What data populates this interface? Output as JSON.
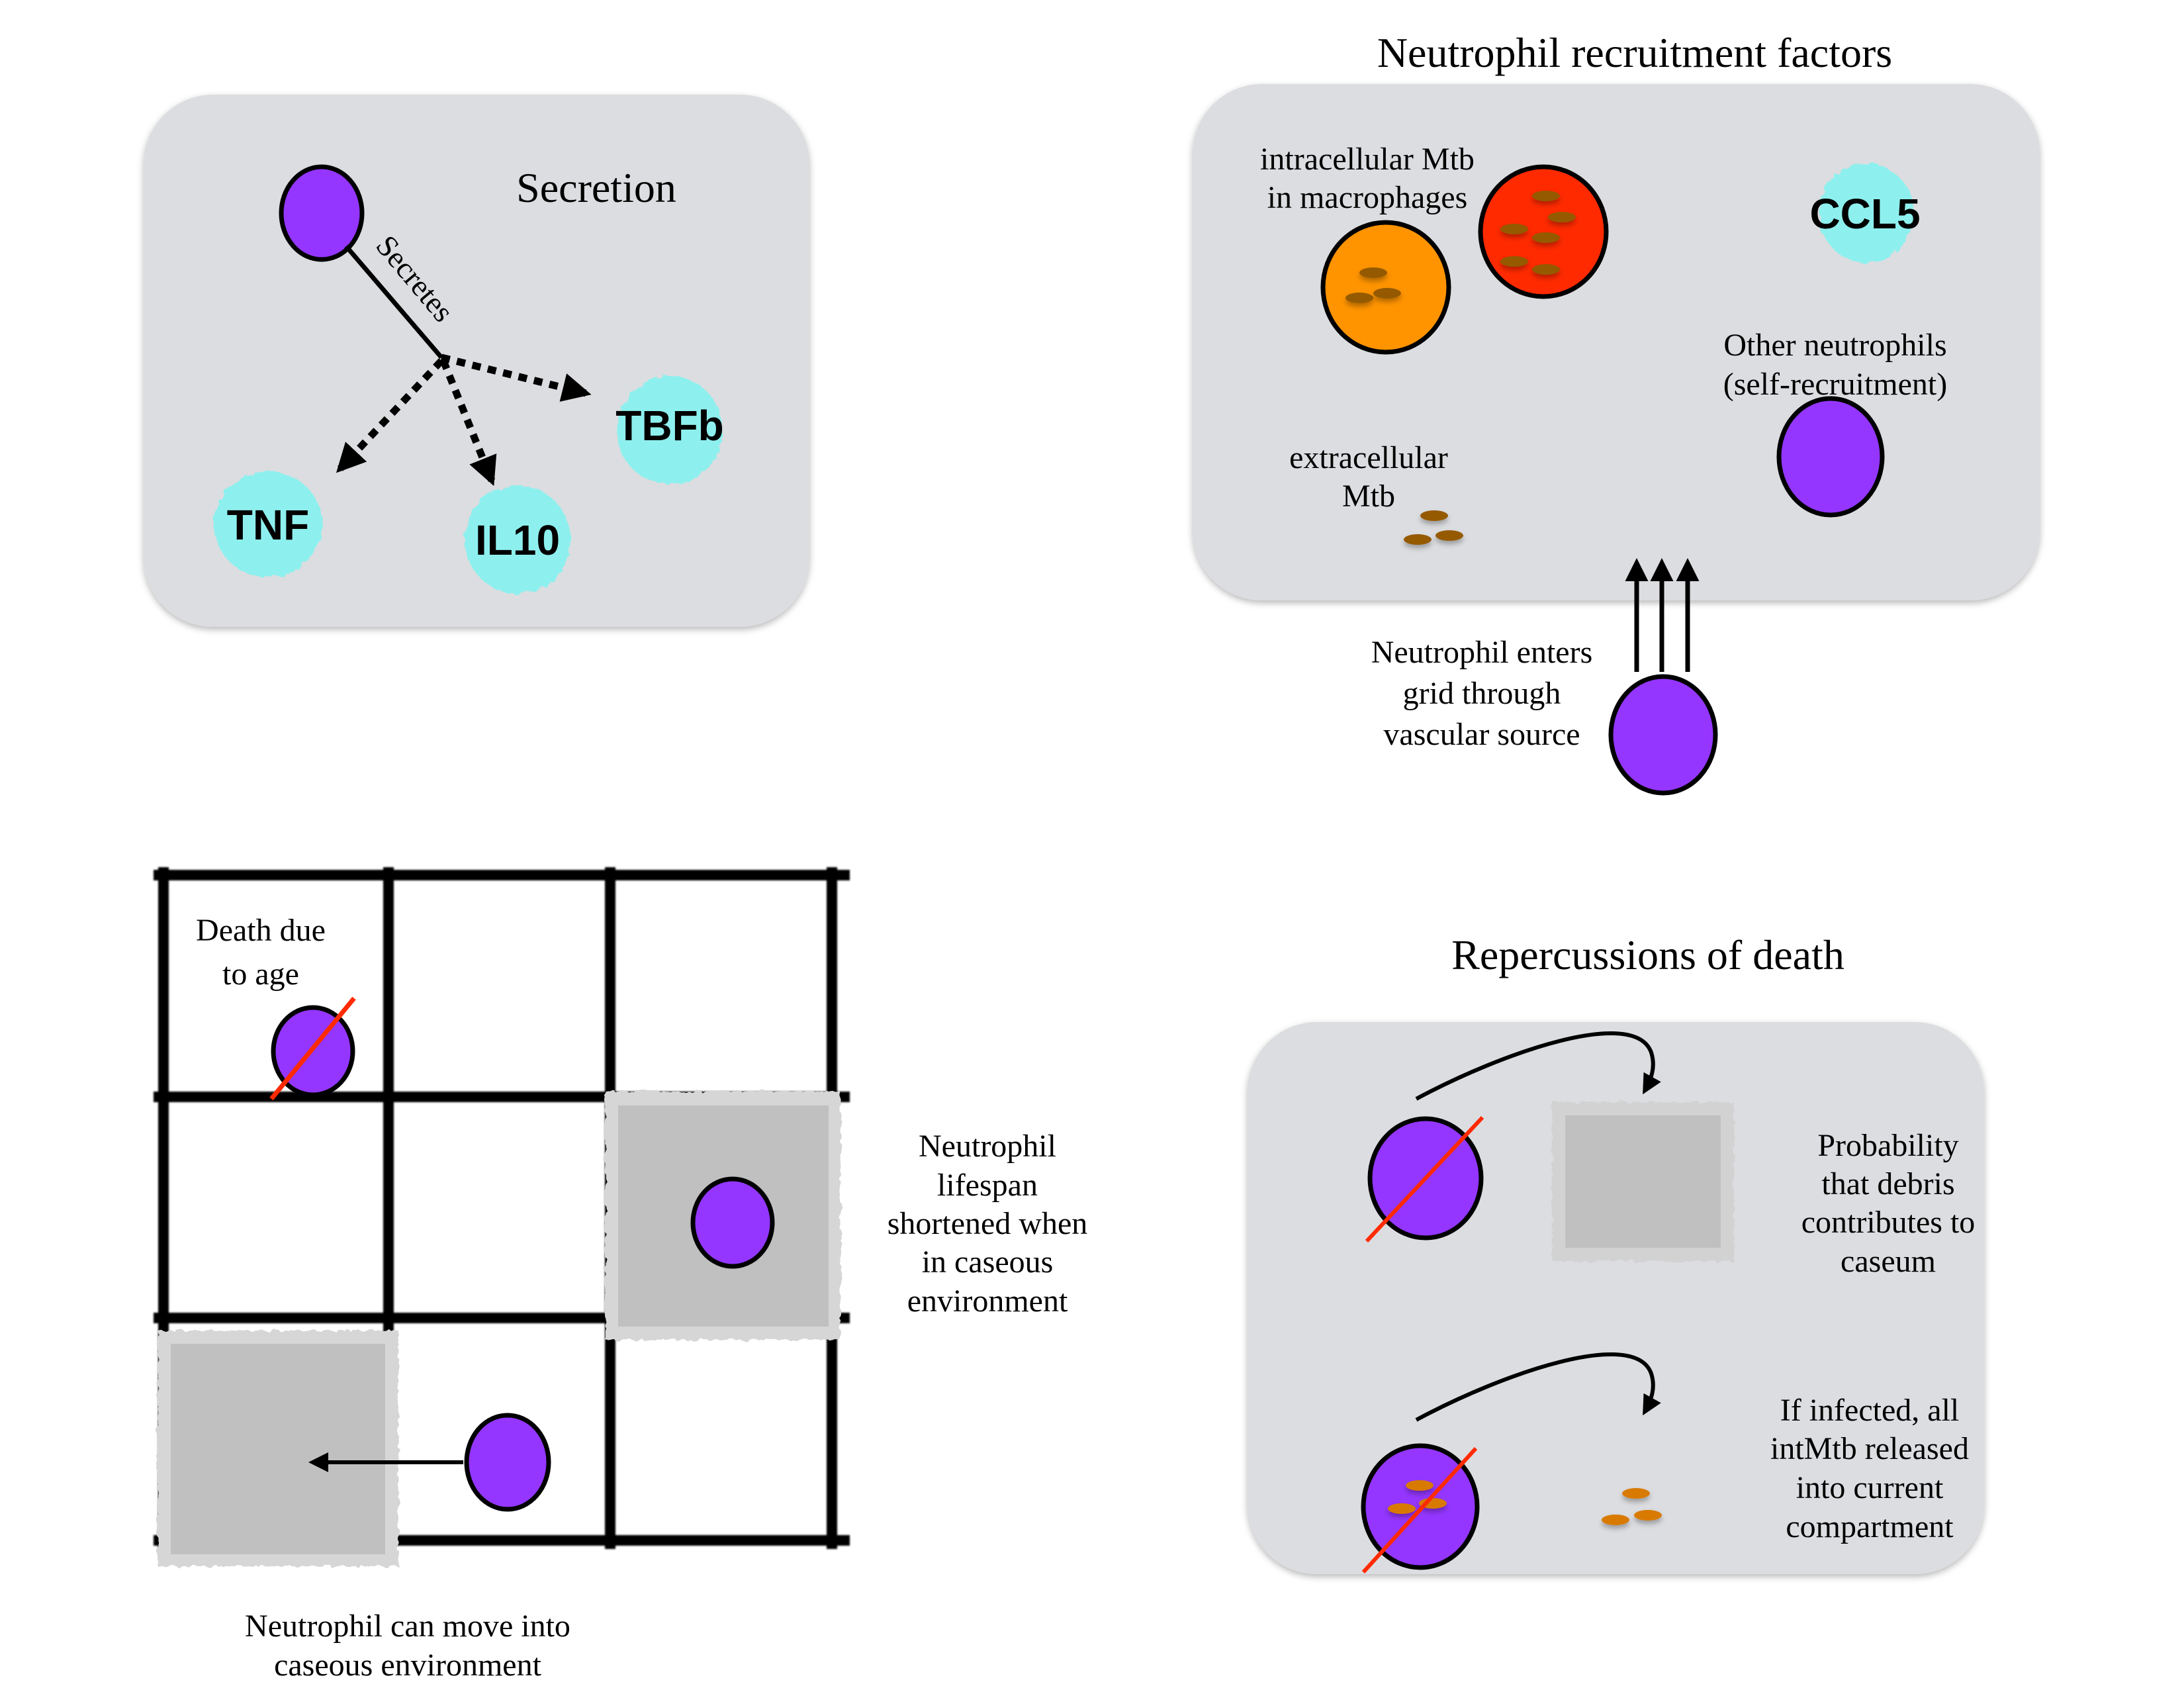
{
  "colors": {
    "panel_bg": "#dcdde0",
    "neutrophil": "#9436ff",
    "macrophage_resting": "#ff9400",
    "macrophage_infected": "#ff2a00",
    "cytokine": "#8ef0ee",
    "mtb": "#955a00",
    "mtb_released": "#d97a00",
    "death_slash": "#ff2a00",
    "caseum": "#c0c0c0",
    "caseum_edge": "#d6d6d6"
  },
  "secretion_panel": {
    "title": "Secretion",
    "edge_label": "Secretes",
    "cytokines": [
      "TNF",
      "IL10",
      "TBFb"
    ]
  },
  "recruitment_panel": {
    "title": "Neutrophil recruitment factors",
    "intracellular_label": [
      "intracellular Mtb",
      "in macrophages"
    ],
    "chemokine": "CCL5",
    "other_neutrophils_label": [
      "Other neutrophils",
      "(self-recruitment)"
    ],
    "extracellular_label": [
      "extracellular",
      "Mtb"
    ],
    "entry_label": [
      "Neutrophil enters",
      "grid through",
      "vascular source"
    ]
  },
  "grid_panel": {
    "death_age_label": [
      "Death due",
      "to age"
    ],
    "lifespan_label": [
      "Neutrophil",
      "lifespan",
      "shortened when",
      "in caseous",
      "environment"
    ],
    "move_caption": [
      "Neutrophil can move into",
      "caseous environment"
    ]
  },
  "death_panel": {
    "title": "Repercussions of death",
    "caseum_label": [
      "Probability",
      "that debris",
      "contributes to",
      "caseum"
    ],
    "release_label": [
      "If infected, all",
      "intMtb released",
      "into current",
      "compartment"
    ]
  }
}
